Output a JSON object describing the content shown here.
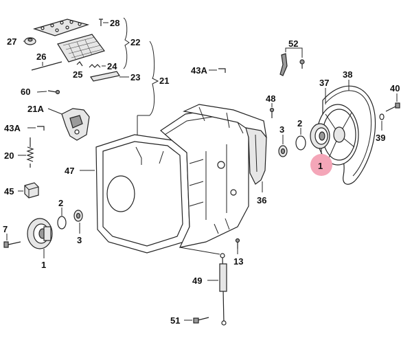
{
  "highlight_color": "#f4a6b8",
  "line_color": "#222222",
  "part_labels": {
    "p28": "28",
    "p22": "22",
    "p27": "27",
    "p26": "26",
    "p25": "25",
    "p24": "24",
    "p23": "23",
    "p21": "21",
    "p60": "60",
    "p21a": "21A",
    "p43a_left": "43A",
    "p43a_top": "43A",
    "p20": "20",
    "p47": "47",
    "p45": "45",
    "p7": "7",
    "p1_left": "1",
    "p2_left": "2",
    "p3_left": "3",
    "p52": "52",
    "p48": "48",
    "p37": "37",
    "p38": "38",
    "p40": "40",
    "p39": "39",
    "p3_right": "3",
    "p2_right": "2",
    "p1_highlight": "1",
    "p36": "36",
    "p13": "13",
    "p49": "49",
    "p51": "51"
  }
}
